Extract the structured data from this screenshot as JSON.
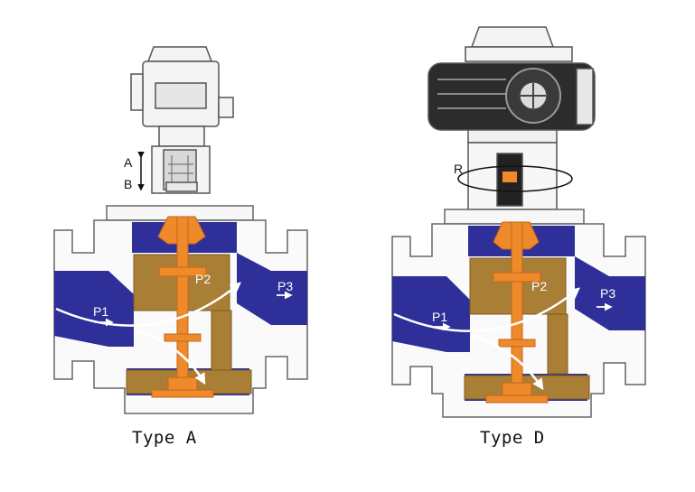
{
  "valve_a": {
    "caption": "Type A",
    "motion_up": "A",
    "motion_down": "B",
    "p1": "P1",
    "p2": "P2",
    "p3": "P3"
  },
  "valve_d": {
    "caption": "Type D",
    "rotation": "R",
    "p1": "P1",
    "p2": "P2",
    "p3": "P3"
  },
  "colors": {
    "passage": "#2f2f9a",
    "internals": "#a97f35",
    "stem": "#ee8a2a",
    "body_outline": "#666666",
    "flow_arrow": "#ffffff"
  }
}
